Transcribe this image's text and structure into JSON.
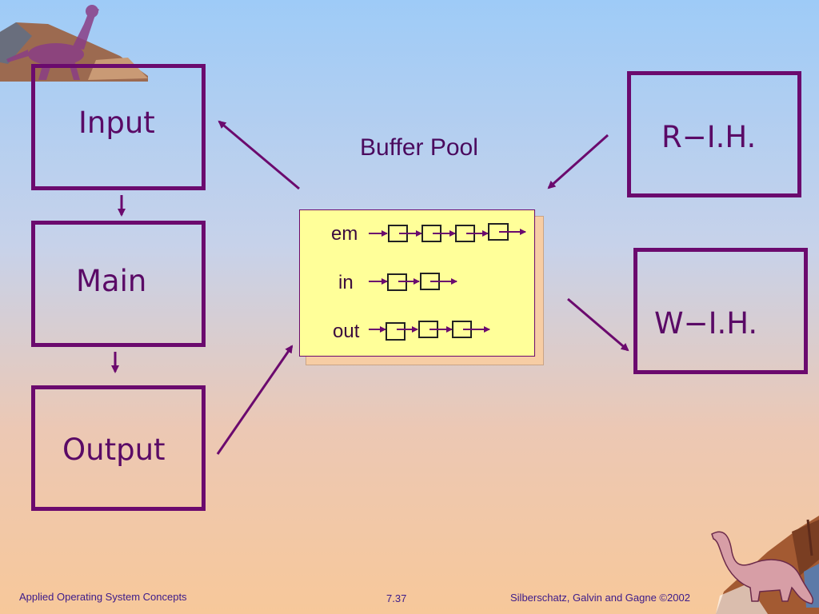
{
  "boxes": {
    "input": "Input",
    "main": "Main",
    "output": "Output",
    "rih": "R−I.H.",
    "wih": "W−I.H."
  },
  "buffer_pool": {
    "title": "Buffer Pool",
    "queues": [
      {
        "label": "em",
        "nodes": 4
      },
      {
        "label": "in",
        "nodes": 2
      },
      {
        "label": "out",
        "nodes": 3
      }
    ]
  },
  "footer": {
    "left": "Applied Operating System Concepts",
    "center": "7.37",
    "right": "Silberschatz, Galvin and  Gagne ©2002"
  },
  "colors": {
    "border": "#6b0a6e",
    "pool_fill": "#ffff99",
    "pool_shadow": "#f7cda4"
  },
  "icons": [
    "dinosaur-trex-icon",
    "dinosaur-brontosaurus-icon"
  ]
}
